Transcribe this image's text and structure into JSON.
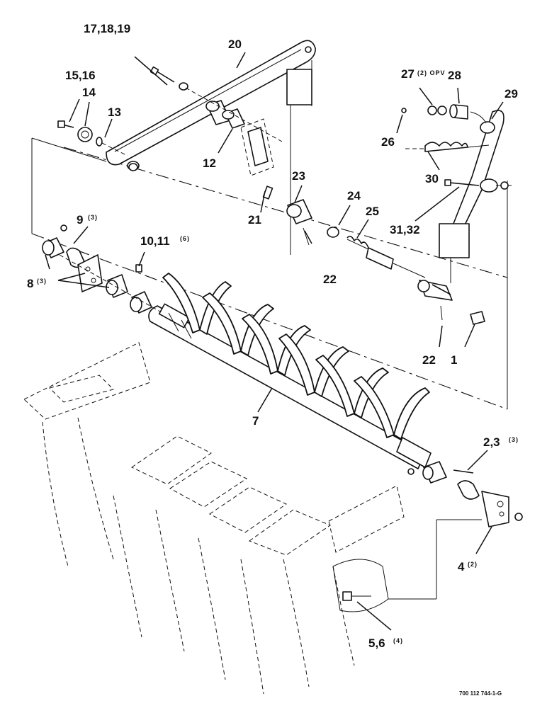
{
  "callouts": {
    "c1": "1",
    "c2_3": "2,3",
    "c2_3_qty": "(3)",
    "c4": "4",
    "c4_qty": "(2)",
    "c5_6": "5,6",
    "c5_6_qty": "(4)",
    "c7": "7",
    "c8": "8",
    "c8_qty": "(3)",
    "c9": "9",
    "c9_qty": "(3)",
    "c10_11": "10,11",
    "c10_11_qty": "(6)",
    "c12": "12",
    "c13": "13",
    "c14": "14",
    "c15_16": "15,16",
    "c17_18_19": "17,18,19",
    "c20": "20",
    "c21": "21",
    "c22a": "22",
    "c22b": "22",
    "c23": "23",
    "c24": "24",
    "c25": "25",
    "c26": "26",
    "c27": "27",
    "c27_qty": "(2) OPV",
    "c28": "28",
    "c29": "29",
    "c30": "30",
    "c31_32": "31,32"
  },
  "drawing_number": "700 112 744-1-G"
}
